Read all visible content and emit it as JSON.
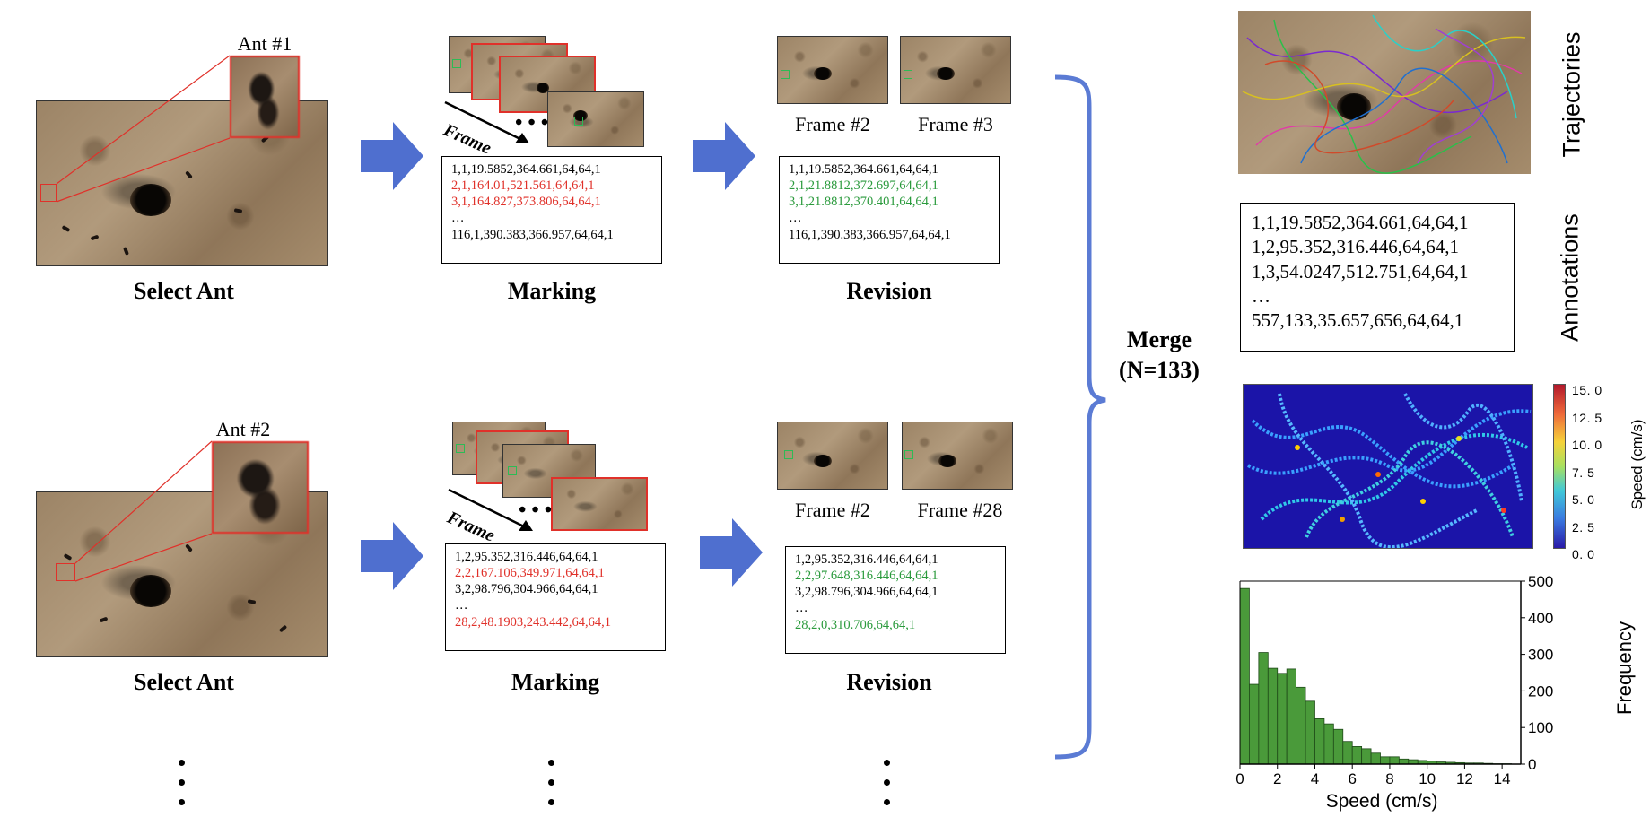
{
  "row1": {
    "ant_label": "Ant #1",
    "select_label": "Select Ant",
    "marking_label": "Marking",
    "frame_label": "Frame",
    "revision_label": "Revision",
    "frame_a": "Frame #2",
    "frame_b": "Frame #3",
    "marking_lines": [
      {
        "text": "1,1,19.5852,364.661,64,64,1",
        "color": "black"
      },
      {
        "text": "2,1,164.01,521.561,64,64,1",
        "color": "red"
      },
      {
        "text": "3,1,164.827,373.806,64,64,1",
        "color": "red"
      },
      {
        "text": "…",
        "color": "black"
      },
      {
        "text": "116,1,390.383,366.957,64,64,1",
        "color": "black"
      }
    ],
    "revision_lines": [
      {
        "text": "1,1,19.5852,364.661,64,64,1",
        "color": "black"
      },
      {
        "text": "2,1,21.8812,372.697,64,64,1",
        "color": "green"
      },
      {
        "text": "3,1,21.8812,370.401,64,64,1",
        "color": "green"
      },
      {
        "text": "…",
        "color": "black"
      },
      {
        "text": "116,1,390.383,366.957,64,64,1",
        "color": "black"
      }
    ]
  },
  "row2": {
    "ant_label": "Ant #2",
    "select_label": "Select Ant",
    "marking_label": "Marking",
    "frame_label": "Frame",
    "revision_label": "Revision",
    "frame_a": "Frame #2",
    "frame_b": "Frame #28",
    "marking_lines": [
      {
        "text": "1,2,95.352,316.446,64,64,1",
        "color": "black"
      },
      {
        "text": "2,2,167.106,349.971,64,64,1",
        "color": "red"
      },
      {
        "text": "3,2,98.796,304.966,64,64,1",
        "color": "black"
      },
      {
        "text": "…",
        "color": "black"
      },
      {
        "text": "28,2,48.1903,243.442,64,64,1",
        "color": "red"
      }
    ],
    "revision_lines": [
      {
        "text": "1,2,95.352,316.446,64,64,1",
        "color": "black"
      },
      {
        "text": "2,2,97.648,316.446,64,64,1",
        "color": "green"
      },
      {
        "text": "3,2,98.796,304.966,64,64,1",
        "color": "black"
      },
      {
        "text": "…",
        "color": "black"
      },
      {
        "text": "28,2,0,310.706,64,64,1",
        "color": "green"
      }
    ]
  },
  "merge": {
    "line1": "Merge",
    "line2": "(N=133)"
  },
  "right": {
    "trajectories_label": "Trajectories",
    "annotations_label": "Annotations",
    "annotation_lines": [
      "1,1,19.5852,364.661,64,64,1",
      "1,2,95.352,316.446,64,64,1",
      "1,3,54.0247,512.751,64,64,1",
      "…",
      "557,133,35.657,656,64,64,1"
    ],
    "colorbar_label": "Speed (cm/s)",
    "colorbar_ticks": [
      "15. 0",
      "12. 5",
      "10. 0",
      "7. 5",
      "5. 0",
      "2. 5",
      "0. 0"
    ]
  },
  "colors": {
    "arrow_blue": "#4f6fcf",
    "brace_blue": "#5b7bd4",
    "highlight_red": "#e0312a",
    "revision_green": "#2a9a3c",
    "histogram_green": "#4a9a3a"
  },
  "chart_data": {
    "type": "bar",
    "title": "",
    "xlabel": "Speed (cm/s)",
    "ylabel": "Frequency",
    "xlim": [
      0,
      15
    ],
    "ylim": [
      0,
      500
    ],
    "x_ticks": [
      "0",
      "2",
      "4",
      "6",
      "8",
      "10",
      "12",
      "14"
    ],
    "y_ticks": [
      "0",
      "100",
      "200",
      "300",
      "400",
      "500"
    ],
    "bin_width": 0.5,
    "bin_starts": [
      0,
      0.5,
      1,
      1.5,
      2,
      2.5,
      3,
      3.5,
      4,
      4.5,
      5,
      5.5,
      6,
      6.5,
      7,
      7.5,
      8,
      8.5,
      9,
      9.5,
      10,
      10.5,
      11,
      11.5,
      12,
      12.5,
      13,
      13.5,
      14
    ],
    "values": [
      480,
      218,
      305,
      262,
      248,
      260,
      210,
      172,
      124,
      110,
      95,
      62,
      48,
      42,
      30,
      20,
      20,
      14,
      12,
      10,
      8,
      6,
      5,
      4,
      3,
      3,
      2,
      1,
      1
    ]
  }
}
